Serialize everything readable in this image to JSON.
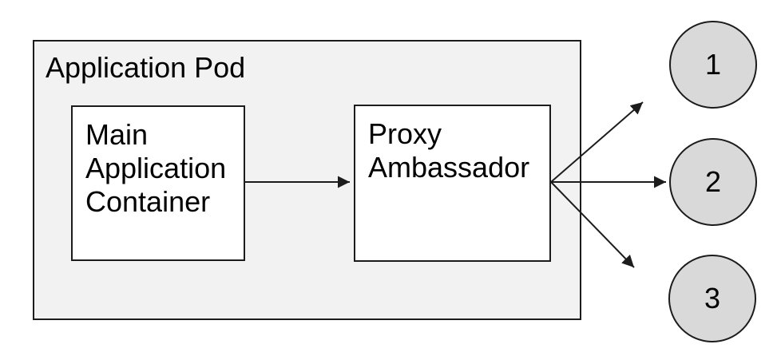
{
  "diagram": {
    "pod": {
      "label": "Application Pod"
    },
    "containers": [
      {
        "id": "main-application-container",
        "label": "Main Application Container"
      },
      {
        "id": "proxy-ambassador",
        "label": "Proxy Ambassador"
      }
    ],
    "endpoints": [
      {
        "id": "endpoint-1",
        "label": "1"
      },
      {
        "id": "endpoint-2",
        "label": "2"
      },
      {
        "id": "endpoint-3",
        "label": "3"
      }
    ],
    "connections": [
      {
        "from": "main-application-container",
        "to": "proxy-ambassador"
      },
      {
        "from": "proxy-ambassador",
        "to": "endpoint-1"
      },
      {
        "from": "proxy-ambassador",
        "to": "endpoint-2"
      },
      {
        "from": "proxy-ambassador",
        "to": "endpoint-3"
      }
    ]
  },
  "colors": {
    "pod_fill": "#f2f2f2",
    "container_fill": "#ffffff",
    "endpoint_fill": "#d9d9d9",
    "stroke": "#1c1c1c",
    "canvas": "#ffffff"
  }
}
